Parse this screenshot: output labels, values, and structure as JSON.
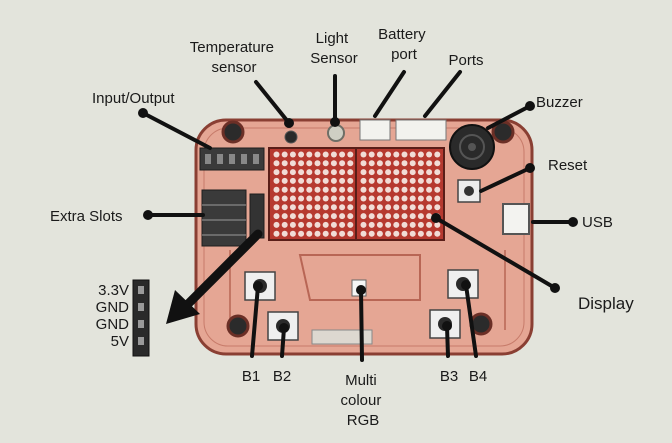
{
  "labels": {
    "temperature_sensor": [
      "Temperature",
      "sensor"
    ],
    "light_sensor": [
      "Light",
      "Sensor"
    ],
    "battery_port": [
      "Battery",
      "port"
    ],
    "ports": "Ports",
    "buzzer": "Buzzer",
    "input_output": "Input/Output",
    "reset": "Reset",
    "extra_slots": "Extra Slots",
    "usb": "USB",
    "display": "Display",
    "b1": "B1",
    "b2": "B2",
    "b3": "B3",
    "b4": "B4",
    "multi_colour_rgb": [
      "Multi",
      "colour",
      "RGB"
    ]
  },
  "header_pins": [
    "3.3V",
    "GND",
    "GND",
    "5V"
  ],
  "colors": {
    "board": "#e5a694",
    "board_edge": "#8a3f33",
    "led": "#c23a36",
    "pointer": "#111111",
    "background": "#e3e4dc"
  }
}
